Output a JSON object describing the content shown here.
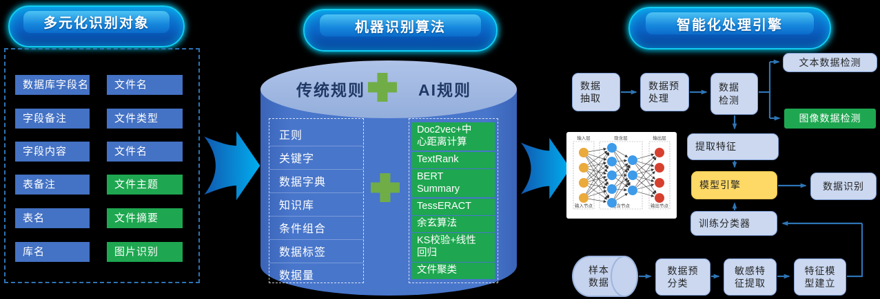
{
  "left_panel": {
    "title": "多元化识别对象",
    "items": [
      "数据库字段名",
      "文件名",
      "字段备注",
      "文件类型",
      "字段内容",
      "文件名",
      "表备注",
      "文件主题",
      "表名",
      "文件摘要",
      "库名",
      "图片识别"
    ]
  },
  "cylinder": {
    "title": "机器识别算法",
    "left_header": "传统规则",
    "right_header": "AI规则",
    "traditional_rules": [
      "正则",
      "关键字",
      "数据字典",
      "知识库",
      "条件组合",
      "数据标签",
      "数据量"
    ],
    "ai_rules": [
      "Doc2vec+中\n心距离计算",
      "TextRank",
      "BERT\nSummary",
      "TessERACT",
      "余玄算法",
      "KS校验+线性\n回归",
      "文件聚类"
    ]
  },
  "engine": {
    "title": "智能化处理引擎",
    "nodes": {
      "extract": "数据\n抽取",
      "preprocess": "数据预\n处理",
      "detect": "数据\n检测",
      "text_detect": "文本数据检测",
      "image_detect": "图像数据检测",
      "feature_extract": "提取特征",
      "model_engine": "模型引擎",
      "data_recognize": "数据识别",
      "train_classifier": "训练分类器",
      "sample_data": "样本\n数据",
      "preclassify": "数据预\n分类",
      "sensitive_feature": "敏感特\n征提取",
      "feature_model": "特征模\n型建立"
    }
  },
  "neural_network": {
    "top_labels": [
      "输入层",
      "隐含层",
      "输出层"
    ],
    "bottom_labels": [
      "输入节点",
      "隐含节点",
      "输出节点"
    ],
    "layer_colors": [
      "#EAAA3C",
      "#3D9BE9",
      "#3D9BE9",
      "#D6402F"
    ],
    "layer_node_counts": [
      4,
      5,
      3,
      4
    ]
  },
  "colors": {
    "blue_box": "#4472C4",
    "green_box": "#1EA750",
    "cylinder_top": "#93AEDC",
    "flow_fill": "#CBD8F0",
    "flow_border": "#7F9FD6",
    "model_engine_fill": "#FFD966",
    "connector": "#2E75B6",
    "plus_green": "#70AD47",
    "pill_glow": "#13CDF2"
  }
}
